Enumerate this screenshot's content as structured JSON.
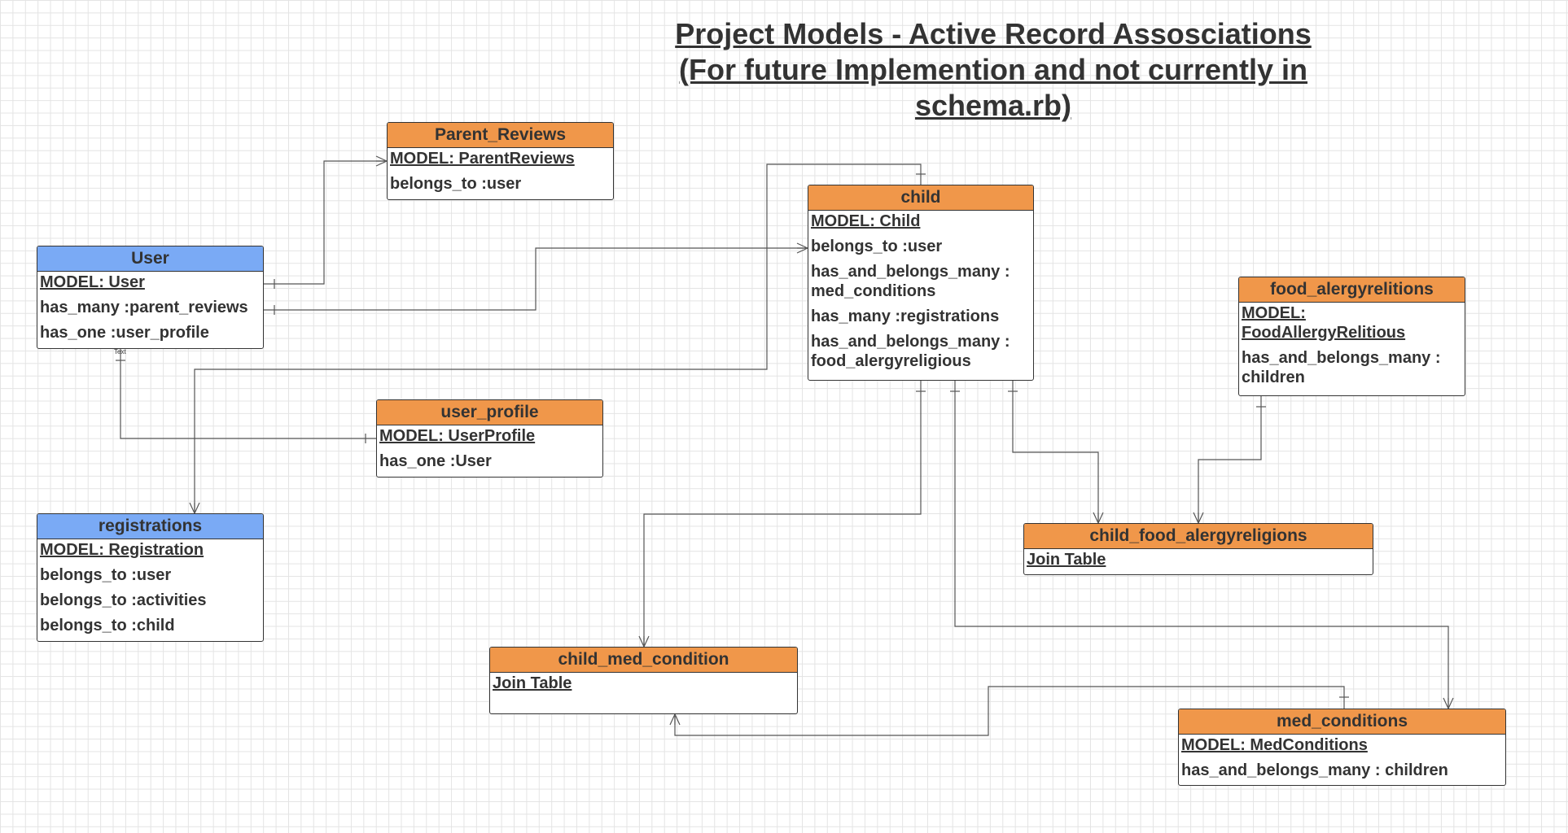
{
  "title": {
    "line1": "Project Models - Active Record Assosciations",
    "line2": "(For future Implemention and not currently in",
    "line3": "schema.rb)"
  },
  "colors": {
    "model": "#f0974a",
    "user_model": "#7aaaf5",
    "line": "#555555"
  },
  "text_label": "Text",
  "entities": {
    "parent_reviews": {
      "name": "Parent_Reviews",
      "rows": [
        "MODEL: ParentReviews",
        "belongs_to :user"
      ]
    },
    "user": {
      "name": "User",
      "rows": [
        "MODEL: User",
        "has_many :parent_reviews",
        "has_one :user_profile"
      ]
    },
    "child": {
      "name": "child",
      "rows": [
        "MODEL: Child",
        "belongs_to :user",
        "has_and_belongs_many : med_conditions",
        "has_many :registrations",
        "has_and_belongs_many : food_alergyreligious"
      ]
    },
    "food_alergyrelitions": {
      "name": "food_alergyrelitions",
      "rows": [
        "MODEL: FoodAllergyRelitious",
        "has_and_belongs_many : children"
      ]
    },
    "user_profile": {
      "name": "user_profile",
      "rows": [
        "MODEL: UserProfile",
        "has_one :User"
      ]
    },
    "registrations": {
      "name": "registrations",
      "rows": [
        "MODEL: Registration",
        "belongs_to :user",
        "belongs_to :activities",
        "belongs_to :child"
      ]
    },
    "child_food_alergyreligions": {
      "name": "child_food_alergyreligions",
      "rows": [
        "Join Table"
      ]
    },
    "child_med_condition": {
      "name": "child_med_condition",
      "rows": [
        "Join Table"
      ]
    },
    "med_conditions": {
      "name": "med_conditions",
      "rows": [
        "MODEL: MedConditions",
        "has_and_belongs_many : children"
      ]
    }
  }
}
